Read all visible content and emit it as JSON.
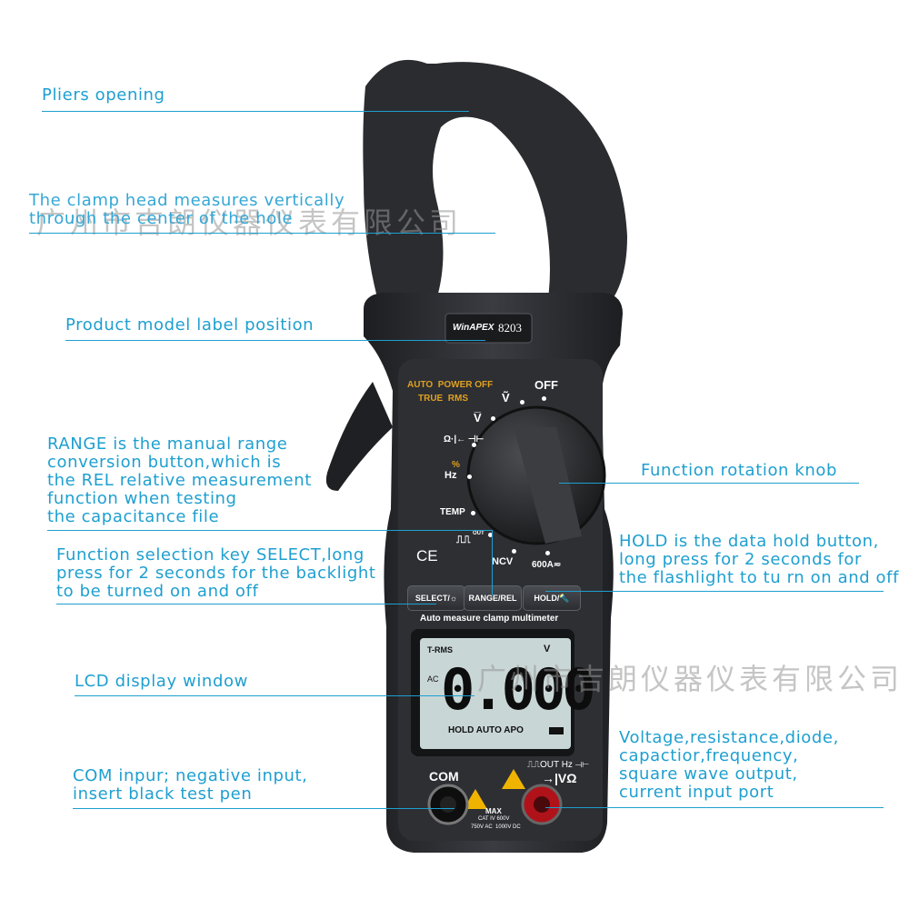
{
  "watermark": {
    "text": "广州市吉朗仪器仪表有限公司"
  },
  "device": {
    "brand": "WinAPEX",
    "model": "8203",
    "features": [
      "AUTO  POWER OFF",
      "TRUE  RMS"
    ],
    "dial": {
      "off": "OFF",
      "voltage_ac": "Ṽ",
      "voltage_dc": "V̅",
      "ohm_diode_cap": "Ω·|←  ⊣⊢",
      "percent": "%",
      "hz": "Hz",
      "temp": "TEMP",
      "square": "⎍⎍",
      "out": "OUT",
      "ncv": "NCV",
      "amp": "600A≂"
    },
    "ce_mark": "CE",
    "buttons": {
      "select": "SELECT/☼",
      "range": "RANGE/REL",
      "hold": "HOLD/🔦"
    },
    "subtitle": "Auto measure clamp multimeter",
    "lcd": {
      "trms": "T-RMS",
      "unit": "V",
      "ac": "AC",
      "reading": "0.000",
      "status": "HOLD AUTO APO"
    },
    "com_label": "COM",
    "input_label_1": "⎍⎍OUT Hz ⊣⊢",
    "input_label_2": "→|VΩ",
    "max_rating": "MAX",
    "cat_rating": "CAT IV 600V",
    "volt_rating": "750V AC  1000V DC"
  },
  "annotations": {
    "pliers": "Pliers opening",
    "clamp_head": "The clamp head measures vertically\nthrough the center of the hole",
    "model_label": "Product model label position",
    "range": "RANGE is the manual range\n conversion  button,which is\nthe REL relative measurement\nfunction when testing\nthe capacitance file",
    "select": "Function selection key SELECT,long\npress for 2 seconds for the  backlight\nto be turned on and off",
    "lcd": "LCD display window",
    "com": "COM inpur; negative input,\ninsert black test pen",
    "knob": "Function rotation knob",
    "hold": "HOLD is  the data hold button,\nlong press for 2 seconds for\nthe flashlight to tu rn on and off",
    "input": "Voltage,resistance,diode,\ncapactior,frequency,\nsquare wave output,\ncurrent input port"
  },
  "colors": {
    "annotation": "#1e9fd0",
    "body": "#2b2d31",
    "accent": "#e0a020",
    "lcd": "#c9d6d6",
    "probe_red": "#b0121a"
  }
}
